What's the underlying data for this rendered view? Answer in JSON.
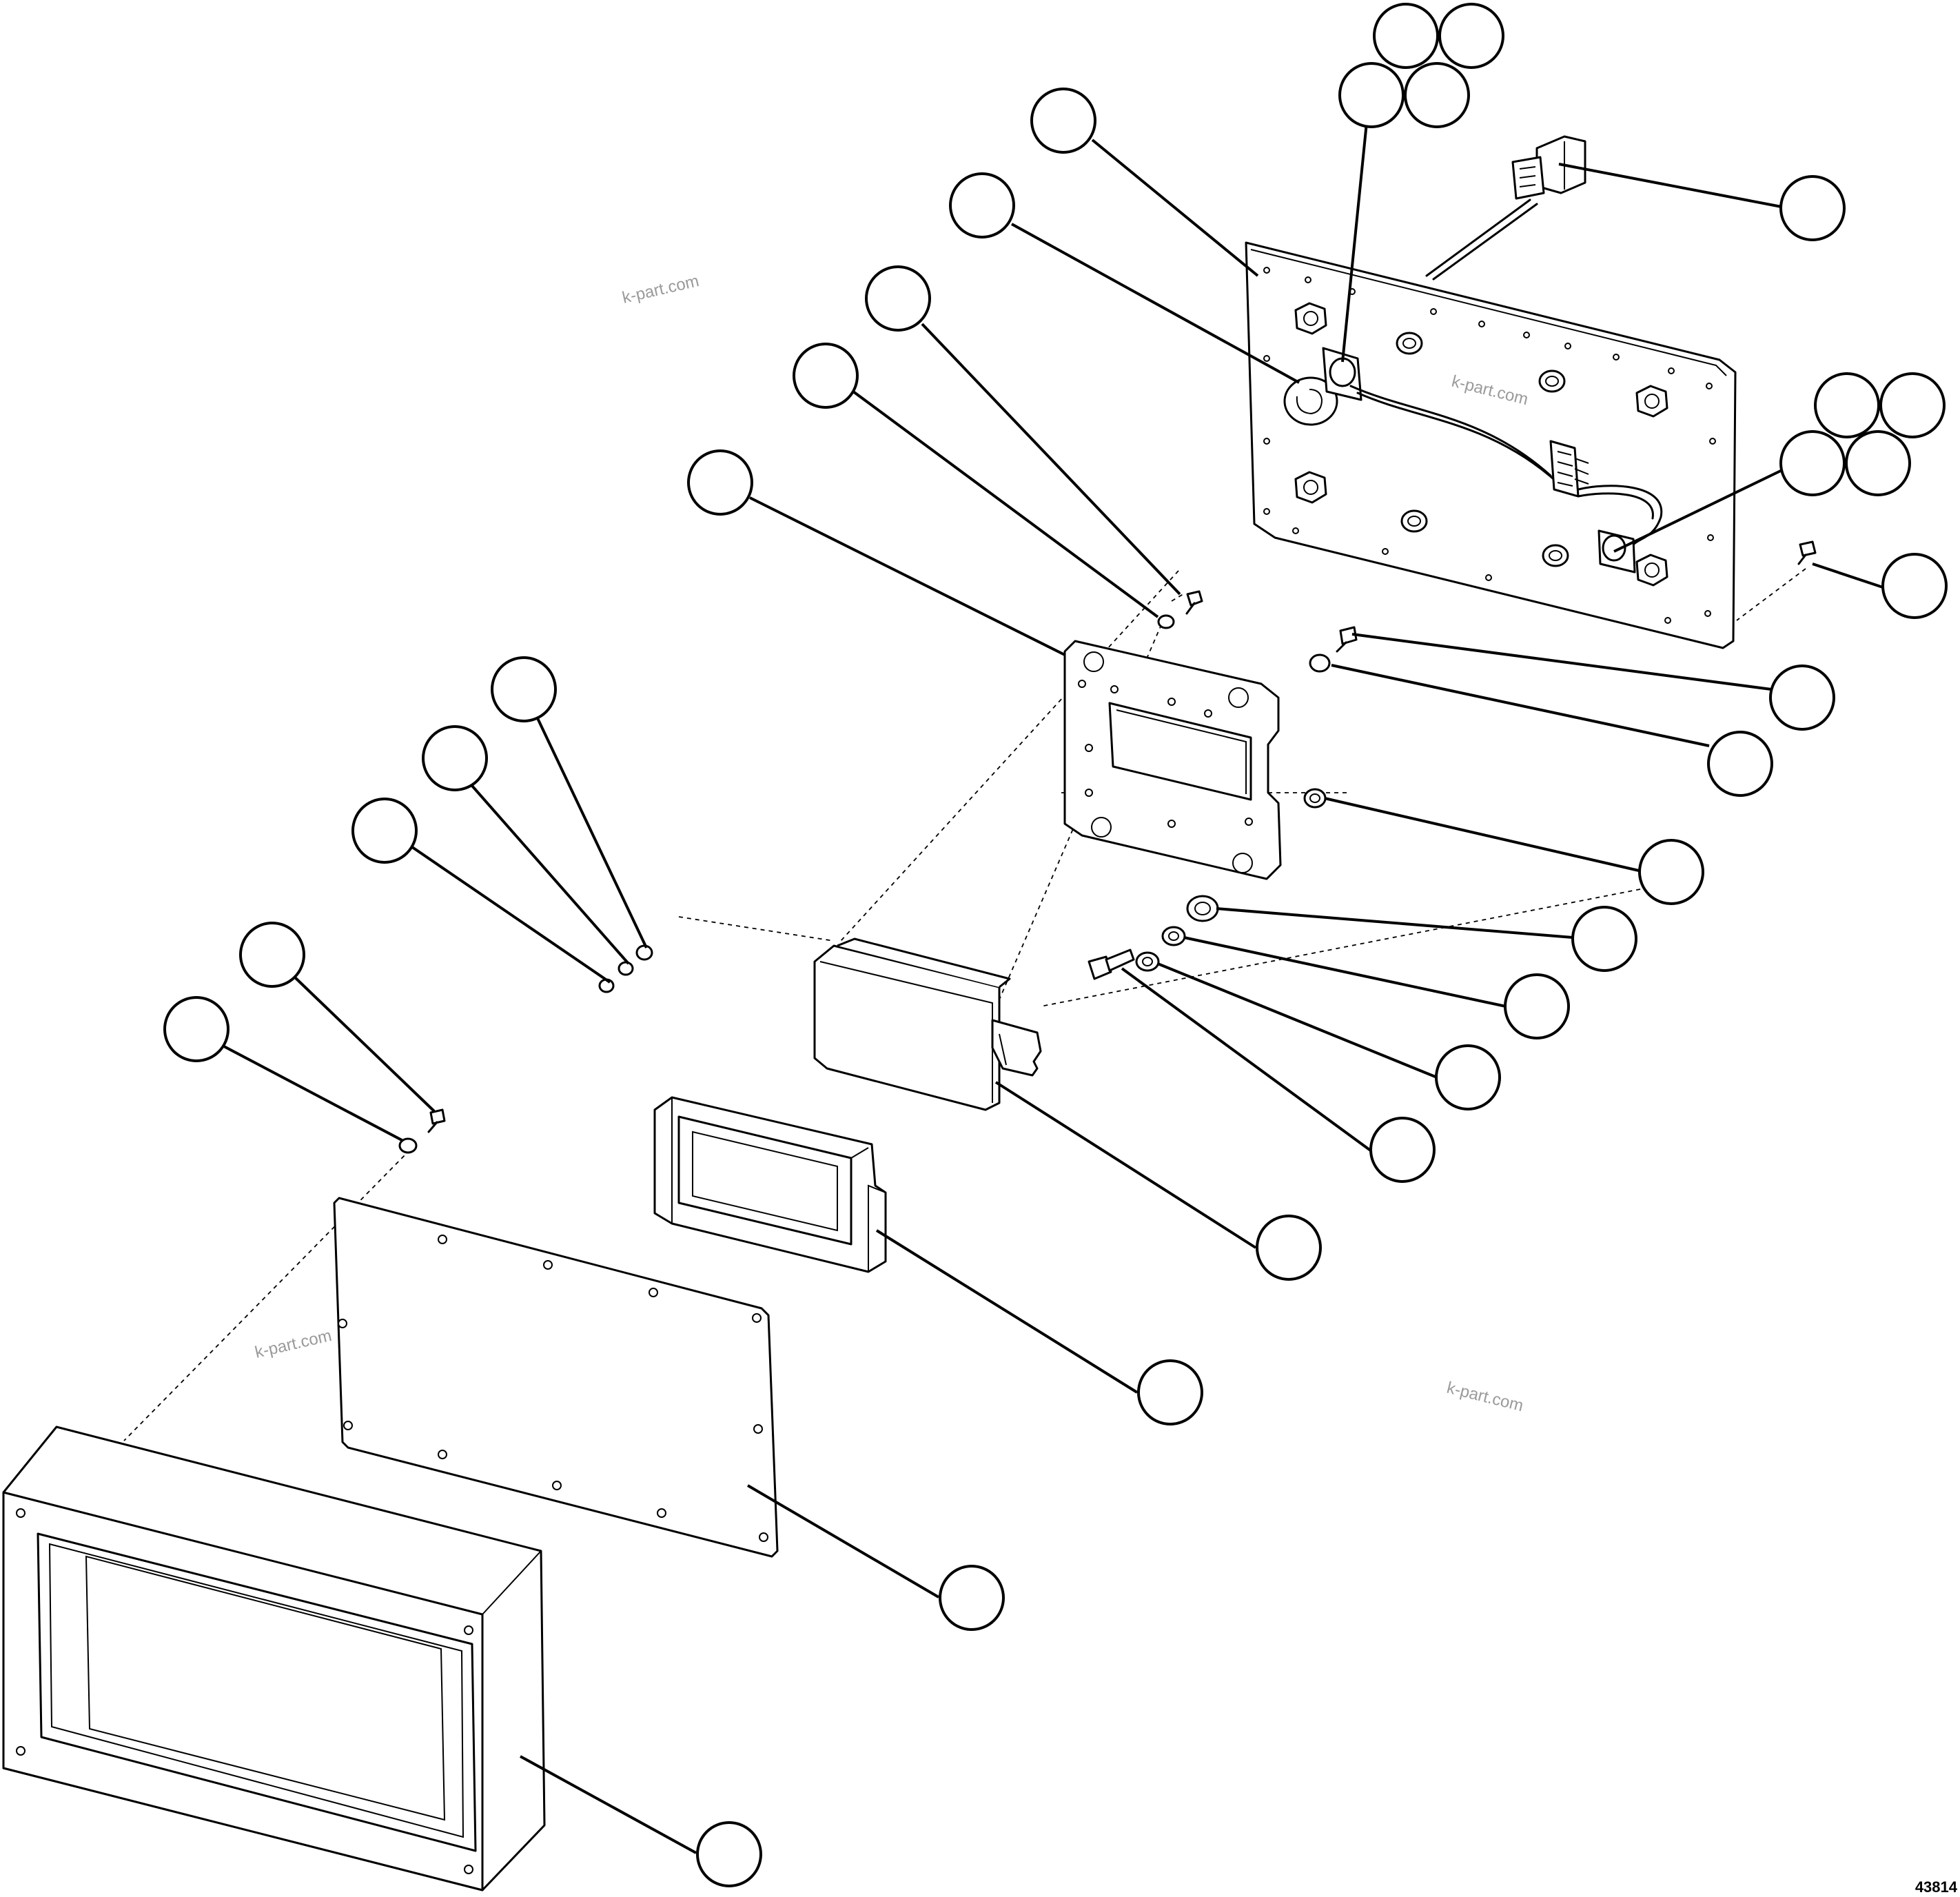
{
  "diagram": {
    "type": "exploded-parts-view",
    "figure_number": "43814",
    "watermarks": [
      "k-part.com",
      "k-part.com",
      "k-part.com",
      "k-part.com"
    ],
    "callouts": [
      {
        "id": "c1",
        "label": "",
        "part": "adapter-plate"
      },
      {
        "id": "c2",
        "label": "",
        "part": "grommet"
      },
      {
        "id": "c3",
        "label": "",
        "part": "screw-small-upper"
      },
      {
        "id": "c4",
        "label": "",
        "part": "washer-small-upper"
      },
      {
        "id": "c5",
        "label": "",
        "part": "mounting-bracket"
      },
      {
        "id": "c6a",
        "label": "",
        "part": "harness-fastener-upper"
      },
      {
        "id": "c6b",
        "label": "",
        "part": "harness-fastener-upper"
      },
      {
        "id": "c6c",
        "label": "",
        "part": "harness-fastener-upper"
      },
      {
        "id": "c6d",
        "label": "",
        "part": "harness-fastener-upper"
      },
      {
        "id": "c7",
        "label": "",
        "part": "connector"
      },
      {
        "id": "c8a",
        "label": "",
        "part": "harness-fastener-lower"
      },
      {
        "id": "c8b",
        "label": "",
        "part": "harness-fastener-lower"
      },
      {
        "id": "c8c",
        "label": "",
        "part": "harness-fastener-lower"
      },
      {
        "id": "c8d",
        "label": "",
        "part": "harness-fastener-lower"
      },
      {
        "id": "c9",
        "label": "",
        "part": "screw-right"
      },
      {
        "id": "c10",
        "label": "",
        "part": "screw-bracket"
      },
      {
        "id": "c11",
        "label": "",
        "part": "washer-bracket"
      },
      {
        "id": "c12",
        "label": "",
        "part": "spacer"
      },
      {
        "id": "c13",
        "label": "",
        "part": "nut"
      },
      {
        "id": "c14",
        "label": "",
        "part": "washer-a"
      },
      {
        "id": "c15",
        "label": "",
        "part": "washer-b"
      },
      {
        "id": "c16",
        "label": "",
        "part": "bolt"
      },
      {
        "id": "c17",
        "label": "",
        "part": "display-module"
      },
      {
        "id": "c18",
        "label": "",
        "part": "bezel-small"
      },
      {
        "id": "c19",
        "label": "",
        "part": "gasket-plate"
      },
      {
        "id": "c20",
        "label": "",
        "part": "housing-frame"
      },
      {
        "id": "c21",
        "label": "",
        "part": "stack-washer-1"
      },
      {
        "id": "c22",
        "label": "",
        "part": "stack-washer-2"
      },
      {
        "id": "c23",
        "label": "",
        "part": "stack-nut"
      },
      {
        "id": "c24",
        "label": "",
        "part": "screw-lower-left"
      },
      {
        "id": "c25",
        "label": "",
        "part": "washer-lower-left"
      }
    ]
  }
}
